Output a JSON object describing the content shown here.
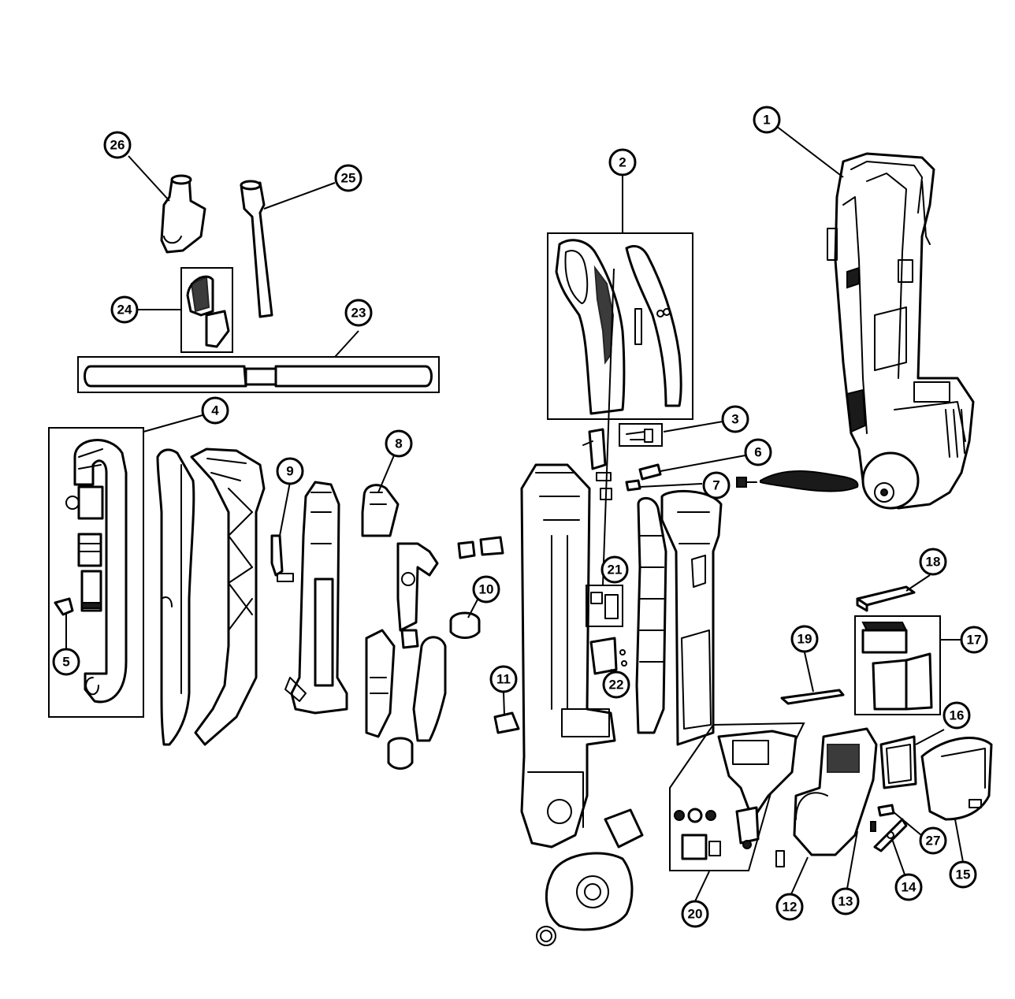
{
  "callouts": [
    {
      "id": "1",
      "label": "1"
    },
    {
      "id": "2",
      "label": "2"
    },
    {
      "id": "3",
      "label": "3"
    },
    {
      "id": "4",
      "label": "4"
    },
    {
      "id": "5",
      "label": "5"
    },
    {
      "id": "6",
      "label": "6"
    },
    {
      "id": "7",
      "label": "7"
    },
    {
      "id": "8",
      "label": "8"
    },
    {
      "id": "9",
      "label": "9"
    },
    {
      "id": "10",
      "label": "10"
    },
    {
      "id": "11",
      "label": "11"
    },
    {
      "id": "12",
      "label": "12"
    },
    {
      "id": "13",
      "label": "13"
    },
    {
      "id": "14",
      "label": "14"
    },
    {
      "id": "15",
      "label": "15"
    },
    {
      "id": "16",
      "label": "16"
    },
    {
      "id": "17",
      "label": "17"
    },
    {
      "id": "18",
      "label": "18"
    },
    {
      "id": "19",
      "label": "19"
    },
    {
      "id": "20",
      "label": "20"
    },
    {
      "id": "21",
      "label": "21"
    },
    {
      "id": "22",
      "label": "22"
    },
    {
      "id": "23",
      "label": "23"
    },
    {
      "id": "24",
      "label": "24"
    },
    {
      "id": "25",
      "label": "25"
    },
    {
      "id": "26",
      "label": "26"
    },
    {
      "id": "27",
      "label": "27"
    }
  ]
}
